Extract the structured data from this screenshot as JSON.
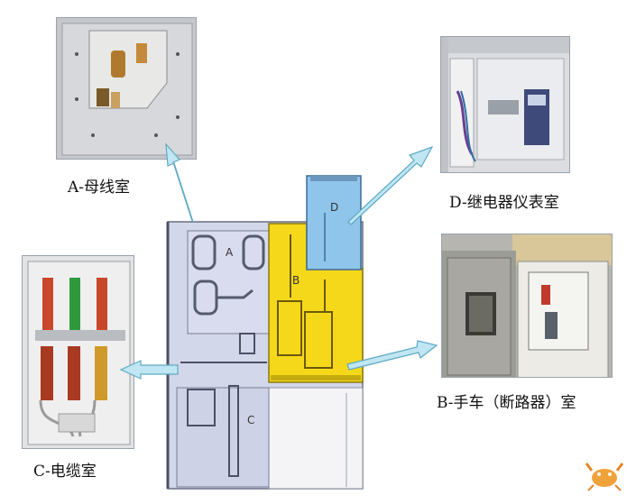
{
  "captions": {
    "a": "A-母线室",
    "b": "B-手车（断路器）室",
    "c": "C-电缆室",
    "d": "D-继电器仪表室"
  },
  "compartment_labels": {
    "a": "A",
    "b": "B",
    "c": "C",
    "d": "D"
  },
  "colors": {
    "cabinet_lavender": "#c9cfe6",
    "compartment_b_yellow": "#f5dc1c",
    "compartment_d_blue": "#8ec4ea",
    "arrow_fill": "#bfe6f2",
    "arrow_stroke": "#5fa9c4"
  },
  "icons": {
    "watermark": "crab-logo-icon"
  }
}
